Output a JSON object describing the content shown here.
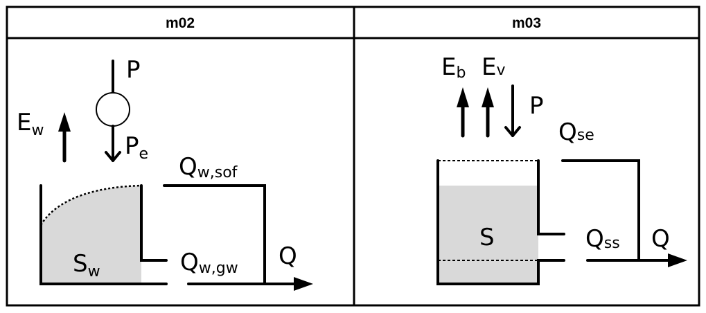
{
  "table": {
    "columns": [
      {
        "header": "m02"
      },
      {
        "header": "m03"
      }
    ]
  },
  "m02": {
    "labels": {
      "P": "P",
      "Pe_main": "P",
      "Pe_sub": "e",
      "Ew_main": "E",
      "Ew_sub": "w",
      "Sw_main": "S",
      "Sw_sub": "w",
      "Qsof_main": "Q",
      "Qsof_sub": "w,sof",
      "Qgw_main": "Q",
      "Qgw_sub": "w,gw",
      "Q": "Q"
    }
  },
  "m03": {
    "labels": {
      "Eb_main": "E",
      "Eb_sub": "b",
      "Ev_main": "E",
      "Ev_sub": "v",
      "P": "P",
      "Qse_main": "Q",
      "Qse_sub": "se",
      "S": "S",
      "Qss_main": "Q",
      "Qss_sub": "ss",
      "Q": "Q"
    }
  },
  "colors": {
    "storage_fill": "#d9d9d9",
    "line": "#000000"
  }
}
